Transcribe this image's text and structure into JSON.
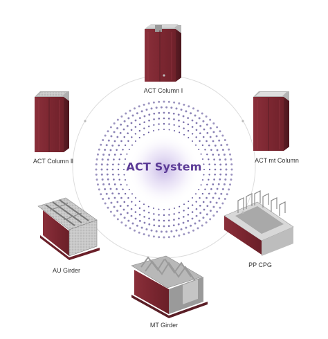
{
  "diagram": {
    "center_label": "ACT System",
    "components": [
      {
        "label": "ACT Column Ⅰ",
        "icon": "column-icon"
      },
      {
        "label": "ACT mt Column",
        "icon": "column-icon"
      },
      {
        "label": "PP CPG",
        "icon": "girder-icon"
      },
      {
        "label": "MT Girder",
        "icon": "truss-girder-icon"
      },
      {
        "label": "AU Girder",
        "icon": "girder-icon"
      },
      {
        "label": "ACT Column Ⅱ",
        "icon": "column-icon"
      }
    ]
  },
  "colors": {
    "steel": "#7a2b34",
    "steel_dark": "#5a1e26",
    "accent_purple": "#5b3a96",
    "dots": "#4a3c8c",
    "ring": "#d9d9d9"
  }
}
